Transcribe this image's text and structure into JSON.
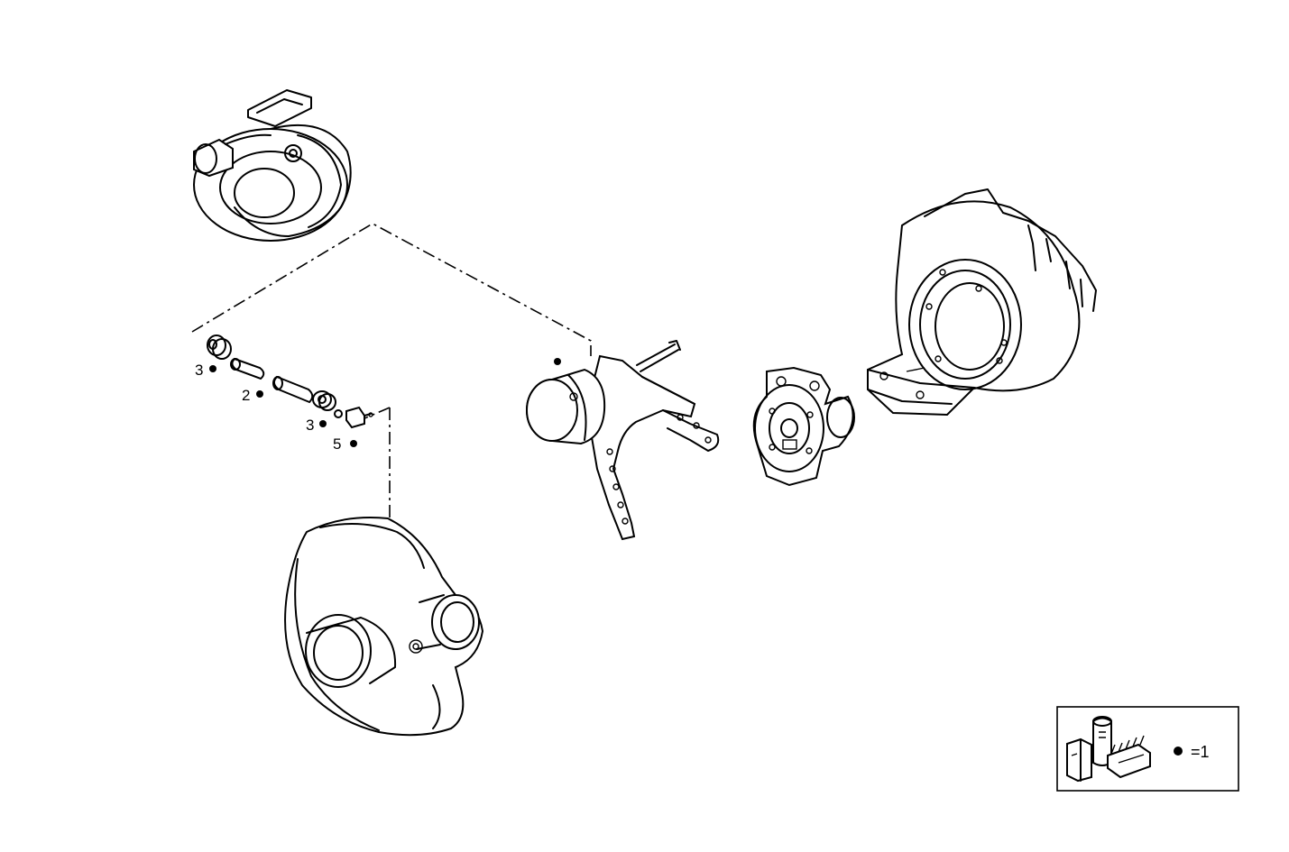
{
  "callouts": [
    {
      "label": "3"
    },
    {
      "label": "2"
    },
    {
      "label": "3"
    },
    {
      "label": "5"
    },
    {
      "label": ""
    }
  ],
  "legend": {
    "equals_text": "=1"
  }
}
